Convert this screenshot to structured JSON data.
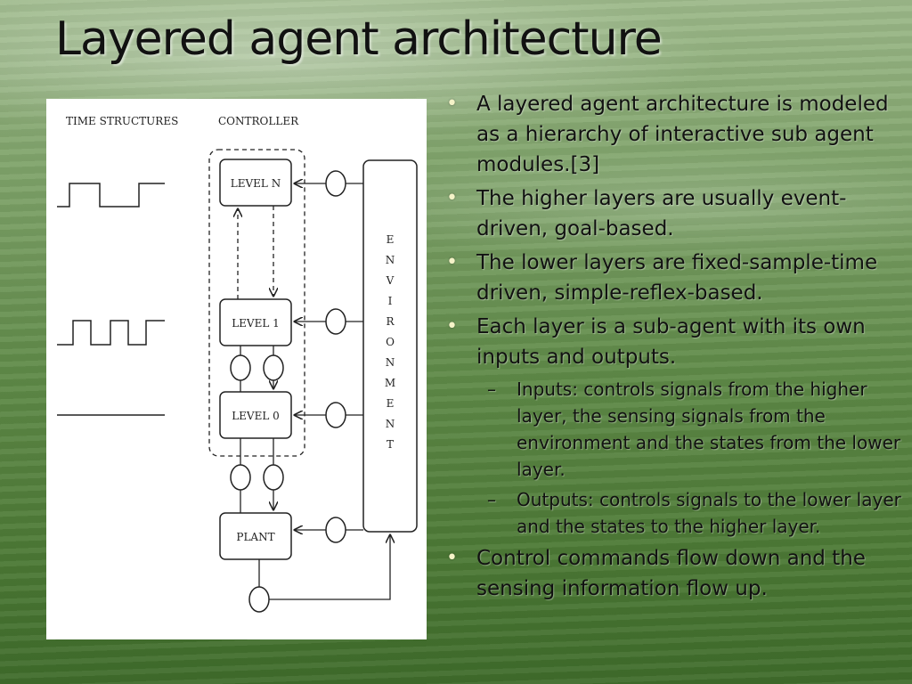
{
  "slide": {
    "title": "Layered agent architecture"
  },
  "figure": {
    "label_time_structures": "TIME STRUCTURES",
    "label_controller": "CONTROLLER",
    "level_n": "LEVEL N",
    "level_1": "LEVEL 1",
    "level_0": "LEVEL 0",
    "plant": "PLANT",
    "environment_letters": [
      "E",
      "N",
      "V",
      "I",
      "R",
      "O",
      "N",
      "M",
      "E",
      "N",
      "T"
    ]
  },
  "bullets": [
    {
      "text": "A layered agent architecture is modeled as a hierarchy of interactive sub agent modules.[3]"
    },
    {
      "text": "The higher layers are usually event-driven, goal-based."
    },
    {
      "text": "The lower layers are fixed-sample-time driven, simple-reflex-based."
    },
    {
      "text": "Each layer is a sub-agent with its own inputs and outputs."
    },
    {
      "text": "Control commands flow down and the sensing information flow up."
    }
  ],
  "subbullets": [
    {
      "text": "Inputs: controls signals from the higher layer, the sensing signals from the environment and the states from the lower layer."
    },
    {
      "text": "Outputs: controls signals to the lower layer and the states to the higher layer."
    }
  ],
  "glyphs": {
    "bullet": "•",
    "dash": "–"
  }
}
